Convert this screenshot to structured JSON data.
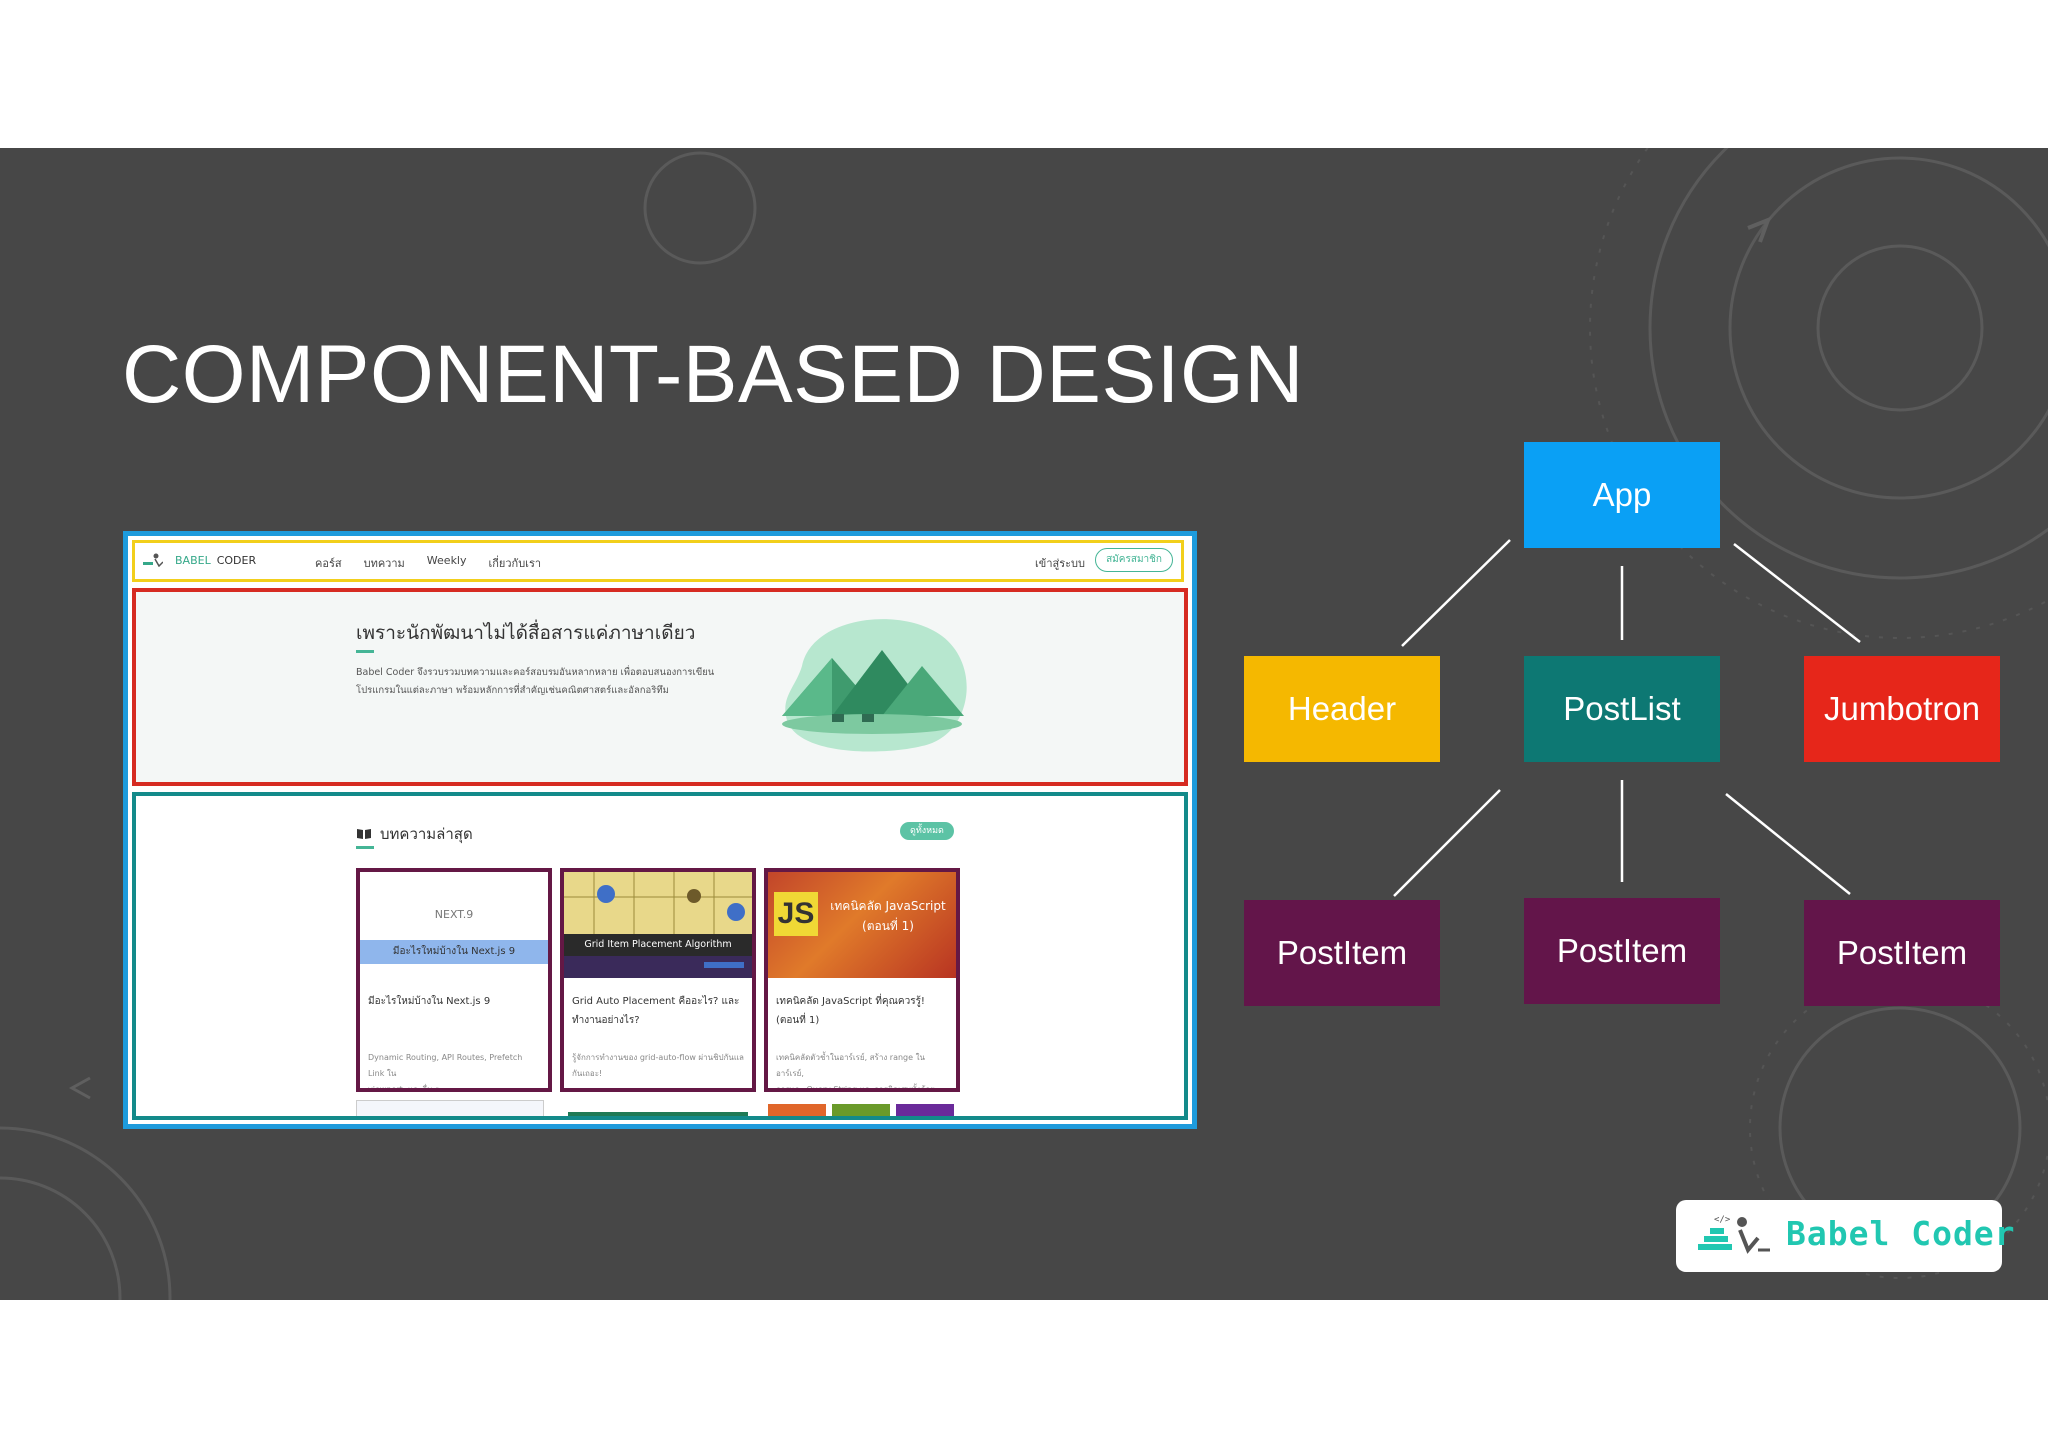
{
  "slide": {
    "title": "COMPONENT-BASED DESIGN",
    "background_color": "#474747"
  },
  "website": {
    "nav": {
      "brand_left": "BABEL",
      "brand_right": "CODER",
      "links": [
        "คอร์ส",
        "บทความ",
        "Weekly",
        "เกี่ยวกับเรา"
      ],
      "login": "เข้าสู่ระบบ",
      "signup": "สมัครสมาชิก"
    },
    "jumbotron": {
      "title": "เพราะนักพัฒนาไม่ได้สื่อสารแค่ภาษาเดียว",
      "description_line1": "Babel Coder จึงรวบรวมบทความและคอร์สอบรมอันหลากหลาย เพื่อตอบสนองการเขียน",
      "description_line2": "โปรแกรมในแต่ละภาษา พร้อมหลักการที่สำคัญเช่นคณิตศาสตร์และอัลกอริทึม"
    },
    "posts": {
      "heading": "บทความล่าสุด",
      "see_all": "ดูทั้งหมด",
      "items": [
        {
          "image_logo": "NEXT.9",
          "image_banner": "มีอะไรใหม่บ้างใน Next.js 9",
          "title": "มีอะไรใหม่บ้างใน Next.js 9",
          "desc_line1": "Dynamic Routing, API Routes, Prefetch Link ใน",
          "desc_line2": "viewport, และอื่น ๆ"
        },
        {
          "image_banner": "Grid Item Placement Algorithm",
          "title_line1": "Grid Auto Placement คืออะไร? และ",
          "title_line2": "ทำงานอย่างไร?",
          "desc_line1": "รู้จักการทำงานของ grid-auto-flow ผ่านชิปกันแล",
          "desc_line2": "กันเถอะ!"
        },
        {
          "image_js": "JS",
          "image_line1": "เทคนิคลัด JavaScript",
          "image_line2": "(ตอนที่ 1)",
          "title_line1": "เทคนิคลัด JavaScript ที่คุณควรรู้!",
          "title_line2": "(ตอนที่ 1)",
          "desc_line1": "เทคนิคลัดตัวช้ำในอาร์เรย์, สร้าง range ในอาร์เรย์,",
          "desc_line2": "การแกะ Query String และการติดเศษทั้งด้วย ---"
        }
      ]
    },
    "colors": {
      "frame": "#1e9bdc",
      "header": "#f2cf1b",
      "jumbotron": "#d62b22",
      "postlist": "#138a8a",
      "postitem": "#641845"
    }
  },
  "tree": {
    "app": {
      "label": "App",
      "color": "#0aa0f5"
    },
    "header": {
      "label": "Header",
      "color": "#f5b800"
    },
    "postlist": {
      "label": "PostList",
      "color": "#0d7873"
    },
    "jumbotron": {
      "label": "Jumbotron",
      "color": "#e6261a"
    },
    "postitems": [
      {
        "label": "PostItem",
        "color": "#63154a"
      },
      {
        "label": "PostItem",
        "color": "#63154a"
      },
      {
        "label": "PostItem",
        "color": "#63154a"
      }
    ]
  },
  "brand": {
    "name": "Babel Coder"
  }
}
